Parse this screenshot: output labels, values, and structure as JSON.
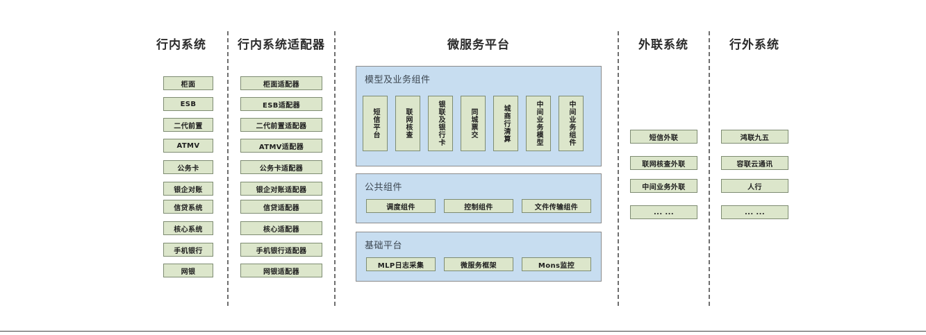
{
  "columns": {
    "in_bank": {
      "title": "行内系统",
      "items": [
        "柜面",
        "ESB",
        "二代前置",
        "ATMV",
        "公务卡",
        "银企对账",
        "信贷系统",
        "核心系统",
        "手机银行",
        "网银"
      ]
    },
    "in_bank_adapter": {
      "title": "行内系统适配器",
      "items": [
        "柜面适配器",
        "ESB适配器",
        "二代前置适配器",
        "ATMV适配器",
        "公务卡适配器",
        "银企对账适配器",
        "信贷适配器",
        "核心适配器",
        "手机银行适配器",
        "网银适配器"
      ]
    },
    "microservice": {
      "title": "微服务平台",
      "panels": [
        {
          "title": "模型及业务组件",
          "items": [
            "短信平台",
            "联网核查",
            "银联及银行卡",
            "同城票交",
            "城商行清算",
            "中间业务模型",
            "中间业务组件"
          ]
        },
        {
          "title": "公共组件",
          "items": [
            "调度组件",
            "控制组件",
            "文件传输组件"
          ]
        },
        {
          "title": "基础平台",
          "items": [
            "MLP日志采集",
            "微服务框架",
            "Mons监控"
          ]
        }
      ]
    },
    "external_link": {
      "title": "外联系统",
      "items": [
        "短信外联",
        "联网核查外联",
        "中间业务外联",
        "... ..."
      ]
    },
    "outside_bank": {
      "title": "行外系统",
      "items": [
        "鸿联九五",
        "容联云通讯",
        "人行",
        "... ..."
      ]
    }
  },
  "colors": {
    "node_fill": "#dce6cb",
    "node_border": "#7d8b71",
    "panel_fill": "#c7ddf0",
    "panel_border": "#8b8b8b",
    "divider": "#6e6e6e",
    "title_text": "#2b2b2b",
    "panel_title_text": "#3c4650"
  }
}
